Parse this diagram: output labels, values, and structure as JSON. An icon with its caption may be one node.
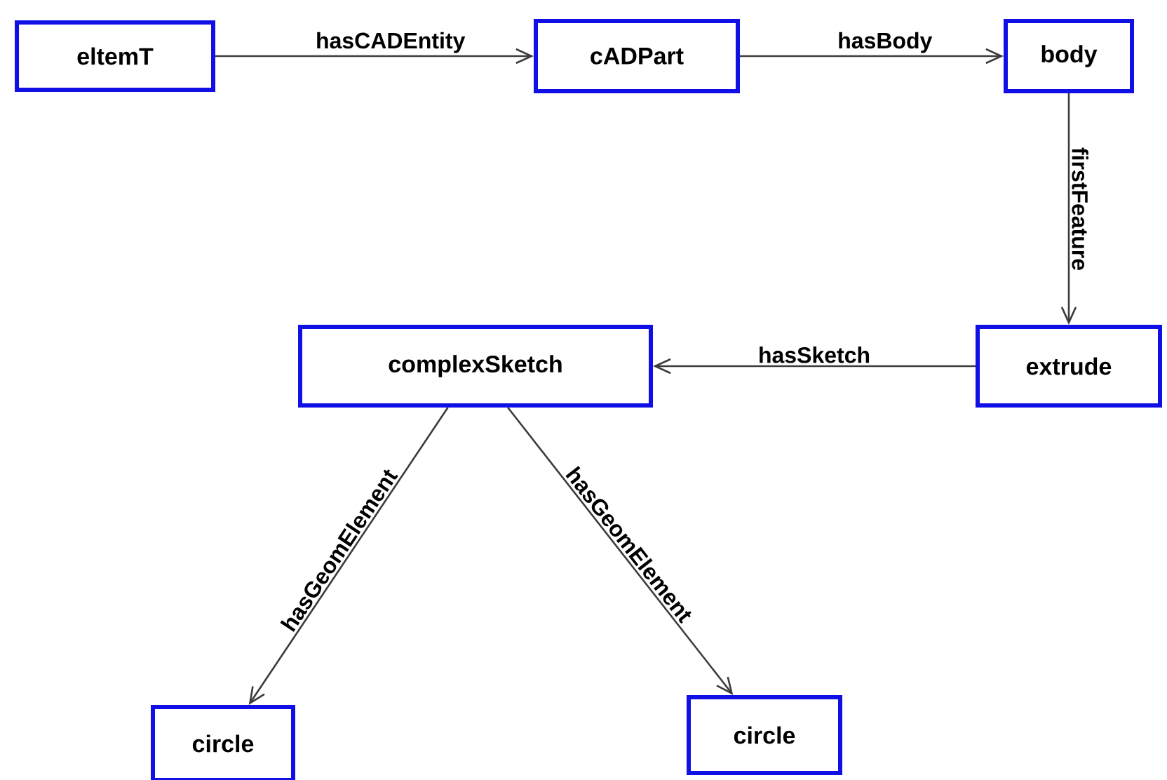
{
  "diagram": {
    "nodes": [
      {
        "text": [
          "eltemT"
        ]
      },
      {
        "text": [
          "cADPart"
        ]
      },
      {
        "text": [
          "body"
        ]
      },
      {
        "text": [
          "extrude"
        ]
      },
      {
        "text": [
          "complexSketch"
        ]
      },
      {
        "text": [
          "circle"
        ]
      },
      {
        "text": [
          "circle"
        ]
      }
    ],
    "edges": [
      {
        "from": 0,
        "to": 1,
        "arrow": "to",
        "label": "hasCADEntity"
      },
      {
        "from": 1,
        "to": 2,
        "arrow": "to",
        "label": "hasBody"
      },
      {
        "from": 2,
        "to": 3,
        "arrow": "to",
        "label": "firstFeature"
      },
      {
        "from": 3,
        "to": 4,
        "arrow": "to",
        "label": "hasSketch"
      },
      {
        "from": 4,
        "to": 5,
        "arrow": "to",
        "label": "hasGeomElement"
      },
      {
        "from": 4,
        "to": 6,
        "arrow": "to",
        "label": "hasGeomElement"
      }
    ]
  }
}
